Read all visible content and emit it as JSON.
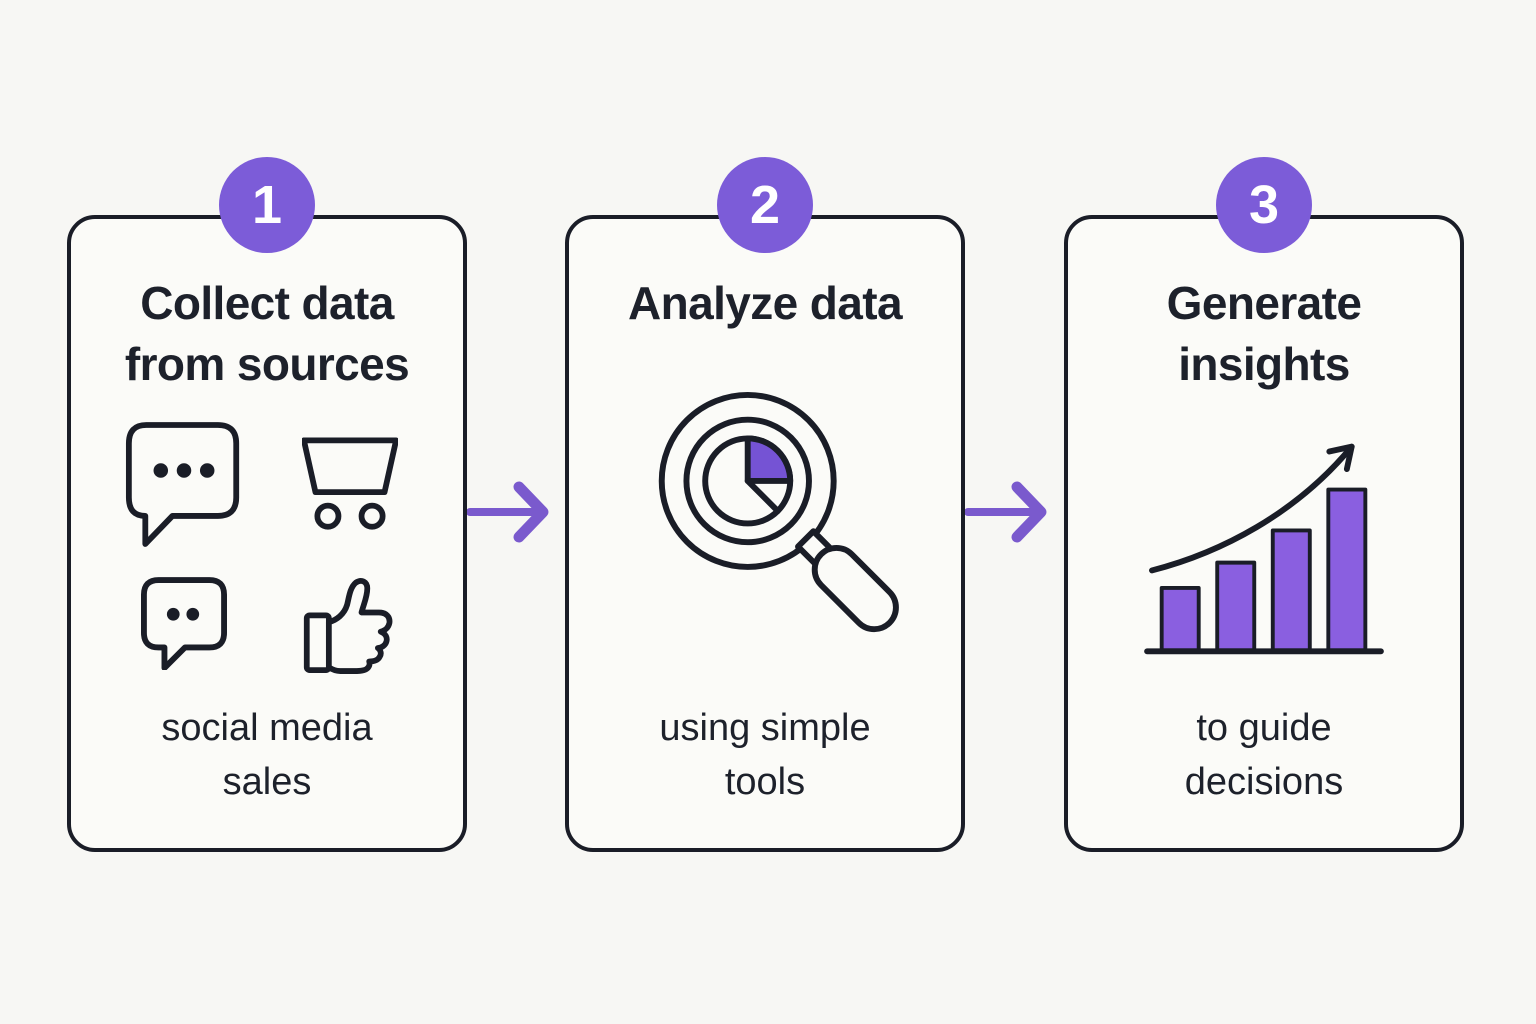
{
  "colors": {
    "page_background": "#F7F7F4",
    "card_background": "#FBFBF8",
    "card_border": "#1A1D27",
    "icon_stroke": "#1A1D27",
    "ink": "#1D212B",
    "accent": "#7C5CD8",
    "badge_text": "#FFFFFF",
    "bar_fill": "#8A5FE0",
    "wedge_fill": "#7553D4",
    "arrow": "#7A5ACD"
  },
  "steps": [
    {
      "number": "1",
      "title_line1": "Collect data",
      "title_line2": "from sources",
      "caption_line1": "social media",
      "caption_line2": "sales",
      "icons": [
        "chat-bubble-icon",
        "shopping-cart-icon",
        "chat-bubble-small-icon",
        "thumbs-up-icon"
      ]
    },
    {
      "number": "2",
      "title_line1": "Analyze data",
      "title_line2": "",
      "caption_line1": "using simple",
      "caption_line2": "tools",
      "icons": [
        "magnifier-pie-icon"
      ]
    },
    {
      "number": "3",
      "title_line1": "Generate",
      "title_line2": "insights",
      "caption_line1": "to guide",
      "caption_line2": "decisions",
      "icons": [
        "growth-bar-chart-icon"
      ]
    }
  ],
  "connectors": [
    {
      "name": "flow-arrow-1",
      "direction": "right"
    },
    {
      "name": "flow-arrow-2",
      "direction": "right"
    }
  ]
}
